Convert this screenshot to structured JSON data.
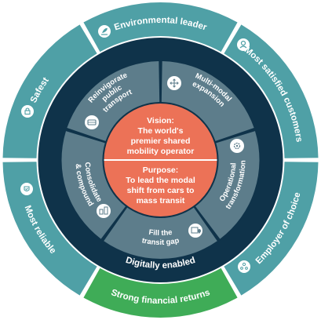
{
  "outer_segments": [
    {
      "label": "Environmental leader",
      "icon": "leaf-hand-icon",
      "color": "#4fa0a6"
    },
    {
      "label": "Most satisfied customers",
      "icon": "customer-icon",
      "color": "#4fa0a6"
    },
    {
      "label": "Employer of choice",
      "icon": "employees-icon",
      "color": "#4fa0a6"
    },
    {
      "label": "Strong financial returns",
      "icon": "none",
      "color": "#3fac57"
    },
    {
      "label": "Most reliable",
      "icon": "shield-check-icon",
      "color": "#4fa0a6"
    },
    {
      "label": "Safest",
      "icon": "lock-icon",
      "color": "#4fa0a6"
    }
  ],
  "middle_ring": {
    "label": "Digitally enabled",
    "color": "#0f334a"
  },
  "inner_segments": [
    {
      "label_lines": [
        "Reinvigorate",
        "public",
        "transport"
      ],
      "icon": "bus-icon"
    },
    {
      "label_lines": [
        "Multi-modal",
        "expansion"
      ],
      "icon": "move-arrows-icon"
    },
    {
      "label_lines": [
        "Operational",
        "transformation"
      ],
      "icon": "cog-screen-icon"
    },
    {
      "label_lines": [
        "Fill the",
        "transit gap"
      ],
      "icon": "map-pin-icon"
    },
    {
      "label_lines": [
        "Consolidate",
        "& compound"
      ],
      "icon": "buildings-icon"
    }
  ],
  "inner_color": "#5d7d8b",
  "core": {
    "vision": {
      "lines": [
        "Vision:",
        "The world's",
        "premier shared",
        "mobility operator"
      ]
    },
    "purpose": {
      "lines": [
        "Purpose:",
        "To lead the modal",
        "shift from cars to",
        "mass transit"
      ]
    },
    "color": "#ec7257"
  }
}
